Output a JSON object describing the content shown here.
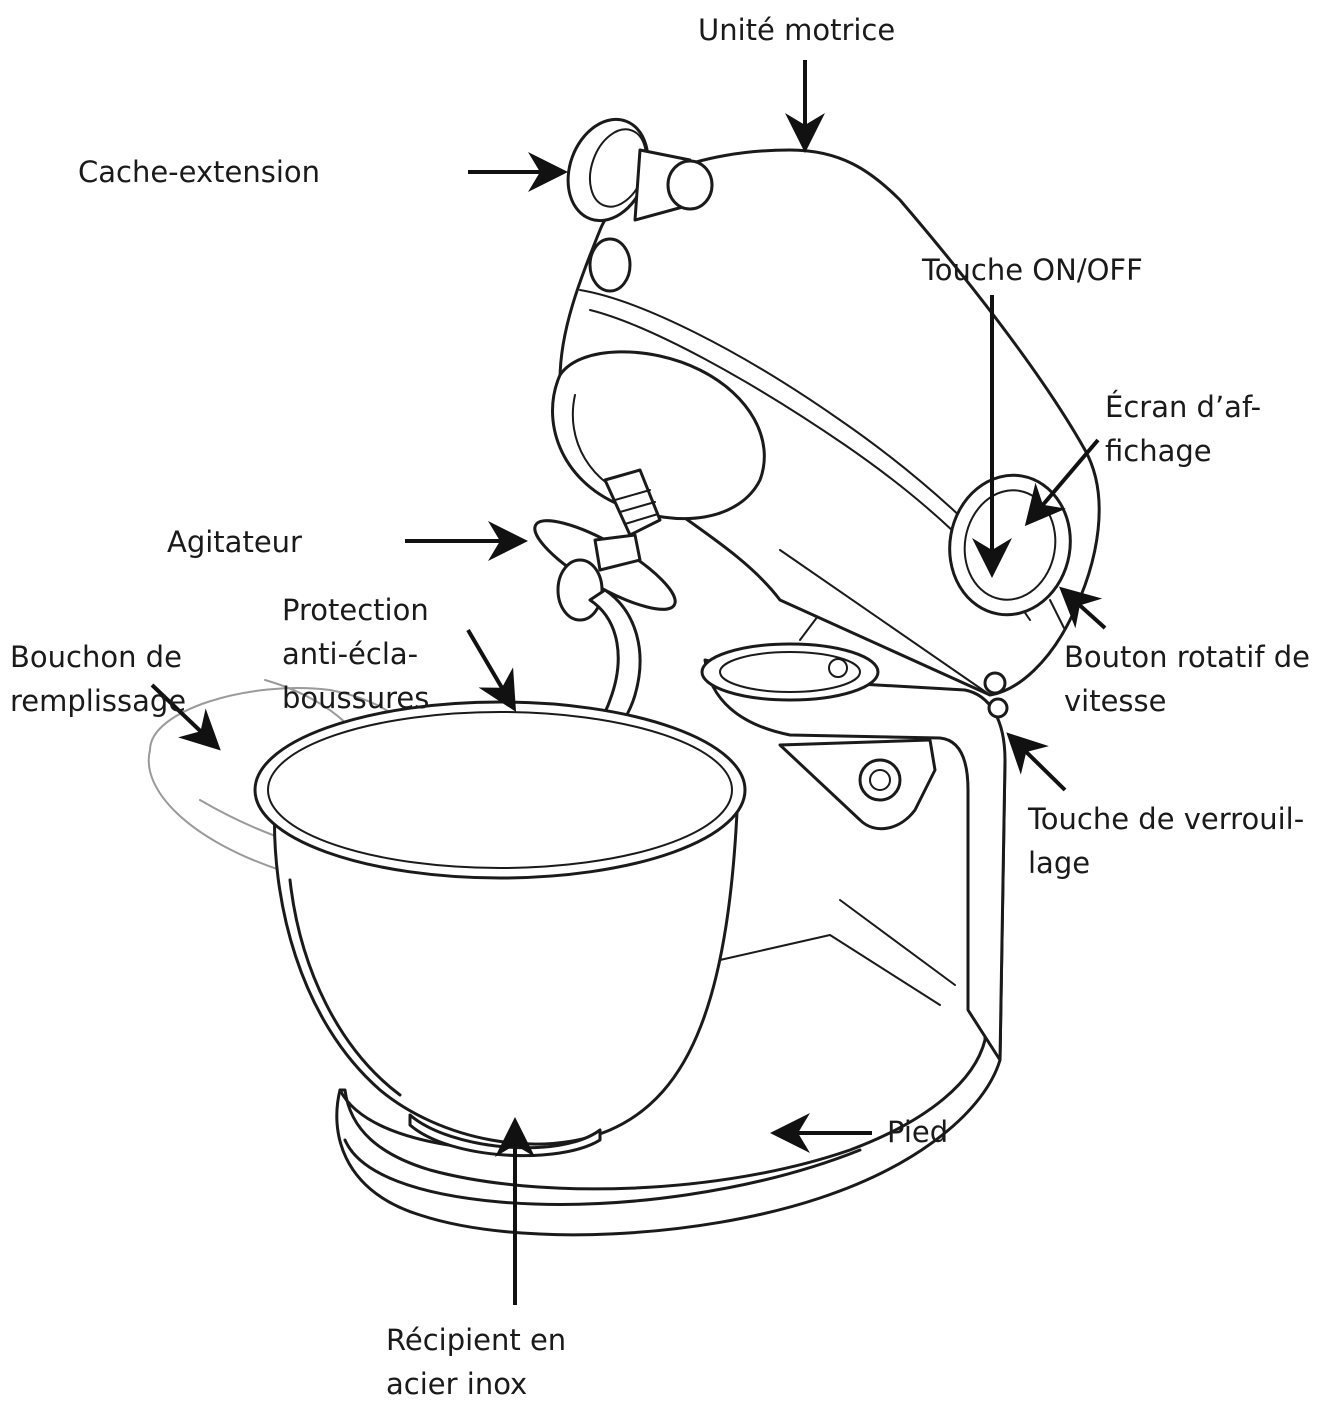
{
  "labels": {
    "motor_unit": "Unité motrice",
    "extension_cover": "Cache-extension",
    "on_off_button": "Touche ON/OFF",
    "display_line1": "Écran d’af-",
    "display_line2": "fichage",
    "agitator": "Agitateur",
    "splash_guard_line1": "Protection",
    "splash_guard_line2": "anti-écla-",
    "splash_guard_line3": "boussures",
    "filler_cap_line1": "Bouchon de",
    "filler_cap_line2": "remplissage",
    "speed_knob_line1": "Bouton rotatif de",
    "speed_knob_line2": "vitesse",
    "lock_button_line1": "Touche de verrouil-",
    "lock_button_line2": "lage",
    "foot": "Pied",
    "bowl_line1": "Récipient en",
    "bowl_line2": "acier inox"
  },
  "colors": {
    "line": "#1a1a1a",
    "faint_line": "#9a9a9a",
    "background": "#ffffff"
  }
}
